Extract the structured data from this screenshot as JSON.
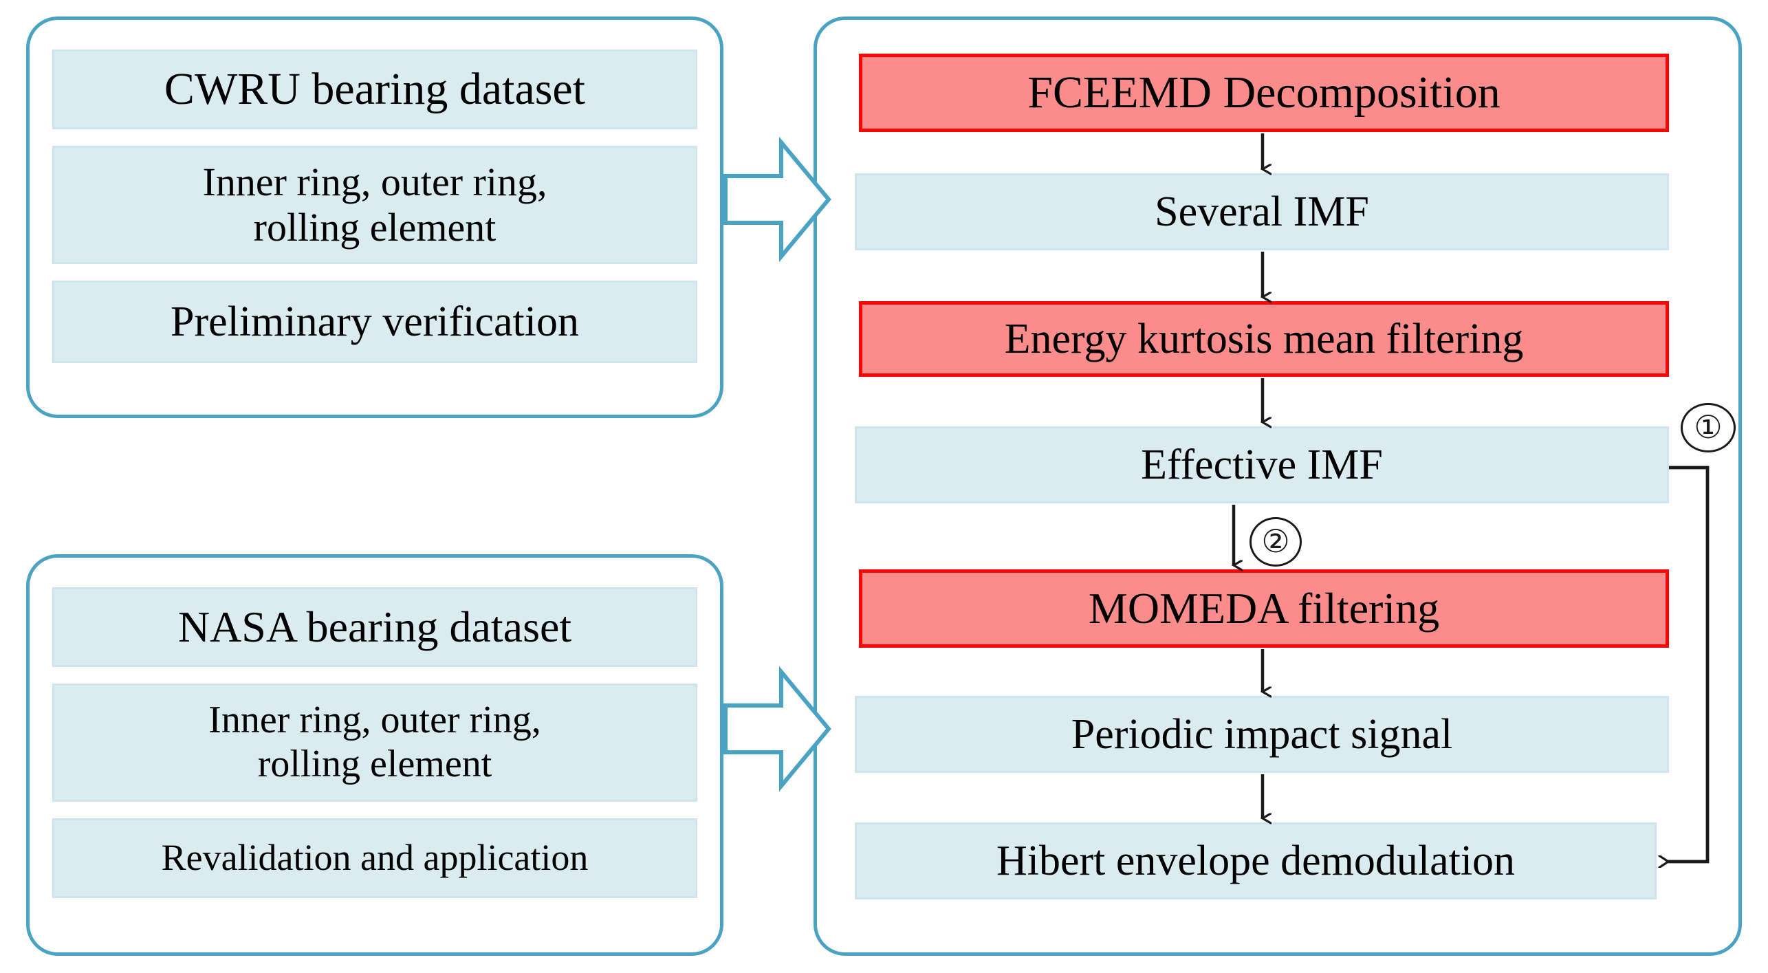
{
  "figure": {
    "type": "flowchart",
    "palette": {
      "panel_border": "#4ba3c3",
      "box_blue_fill": "#dbecf1",
      "box_blue_border": "#cfe4ec",
      "box_red_fill": "#fa8c8c",
      "box_red_border": "#fb0505",
      "arrow_black": "#1a1a1a",
      "block_arrow_stroke": "#4ba3c3",
      "background": "#ffffff"
    }
  },
  "left_top_panel": {
    "name": "cwru-dataset-group",
    "boxes": [
      {
        "label": "CWRU bearing dataset",
        "style": "blue"
      },
      {
        "label": "Inner ring, outer ring,\nrolling element",
        "style": "blue"
      },
      {
        "label": "Preliminary verification",
        "style": "blue"
      }
    ]
  },
  "left_bottom_panel": {
    "name": "nasa-dataset-group",
    "boxes": [
      {
        "label": "NASA bearing dataset",
        "style": "blue"
      },
      {
        "label": "Inner ring, outer ring,\nrolling element",
        "style": "blue"
      },
      {
        "label": "Revalidation and application",
        "style": "blue"
      }
    ]
  },
  "right_panel": {
    "name": "processing-pipeline-group",
    "boxes": [
      {
        "label": "FCEEMD Decomposition",
        "style": "red"
      },
      {
        "label": "Several IMF",
        "style": "blue"
      },
      {
        "label": "Energy kurtosis mean filtering",
        "style": "red"
      },
      {
        "label": "Effective IMF",
        "style": "blue"
      },
      {
        "label": "MOMEDA filtering",
        "style": "red"
      },
      {
        "label": "Periodic impact signal",
        "style": "blue"
      },
      {
        "label": "Hibert envelope demodulation",
        "style": "blue"
      }
    ]
  },
  "markers": {
    "branch_one": "①",
    "branch_two": "②"
  },
  "connectors": {
    "block_arrow_top": "cwru-group-to-pipeline",
    "block_arrow_bottom": "nasa-group-to-pipeline",
    "feedback_path": "effective-imf-to-hibert-envelope-demodulation"
  }
}
